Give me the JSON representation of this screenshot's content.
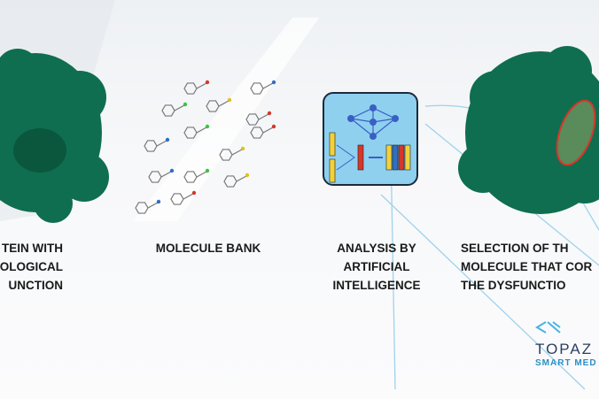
{
  "steps": [
    {
      "lines": [
        "TEIN WITH",
        "OLOGICAL",
        "UNCTION"
      ]
    },
    {
      "lines": [
        "MOLECULE BANK"
      ]
    },
    {
      "lines": [
        "ANALYSIS BY",
        "ARTIFICIAL",
        "INTELLIGENCE"
      ]
    },
    {
      "lines": [
        "SELECTION OF TH",
        "MOLECULE THAT COR",
        "THE DYSFUNCTIO"
      ]
    }
  ],
  "logo": {
    "name": "TOPAZ",
    "tagline": "SMART MED"
  },
  "colors": {
    "protein": "#0f6e4f",
    "ai_box": "#8fd0ef",
    "accent": "#4ab3e0",
    "highlight": "#d8362a"
  }
}
